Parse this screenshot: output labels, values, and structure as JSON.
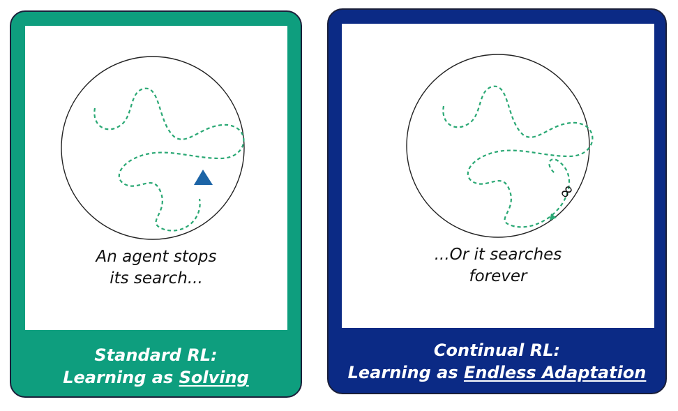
{
  "colors": {
    "standard_bg": "#0e9e7e",
    "continual_bg": "#0b2a85",
    "path": "#2aa874",
    "agent_marker": "#1c64a6",
    "circle_stroke": "#222222"
  },
  "panels": [
    {
      "id": "standard",
      "caption_line1": "An agent stops",
      "caption_line2": "its search...",
      "footer_line1": "Standard RL:",
      "footer_prefix": "Learning as ",
      "footer_emph": "Solving",
      "marker_icon": "triangle-agent-icon"
    },
    {
      "id": "continual",
      "caption_line1": "...Or it searches",
      "caption_line2": "forever",
      "footer_line1": "Continual RL:",
      "footer_prefix": "Learning as ",
      "footer_emph": "Endless Adaptation",
      "marker_icon": "infinity-icon"
    }
  ]
}
